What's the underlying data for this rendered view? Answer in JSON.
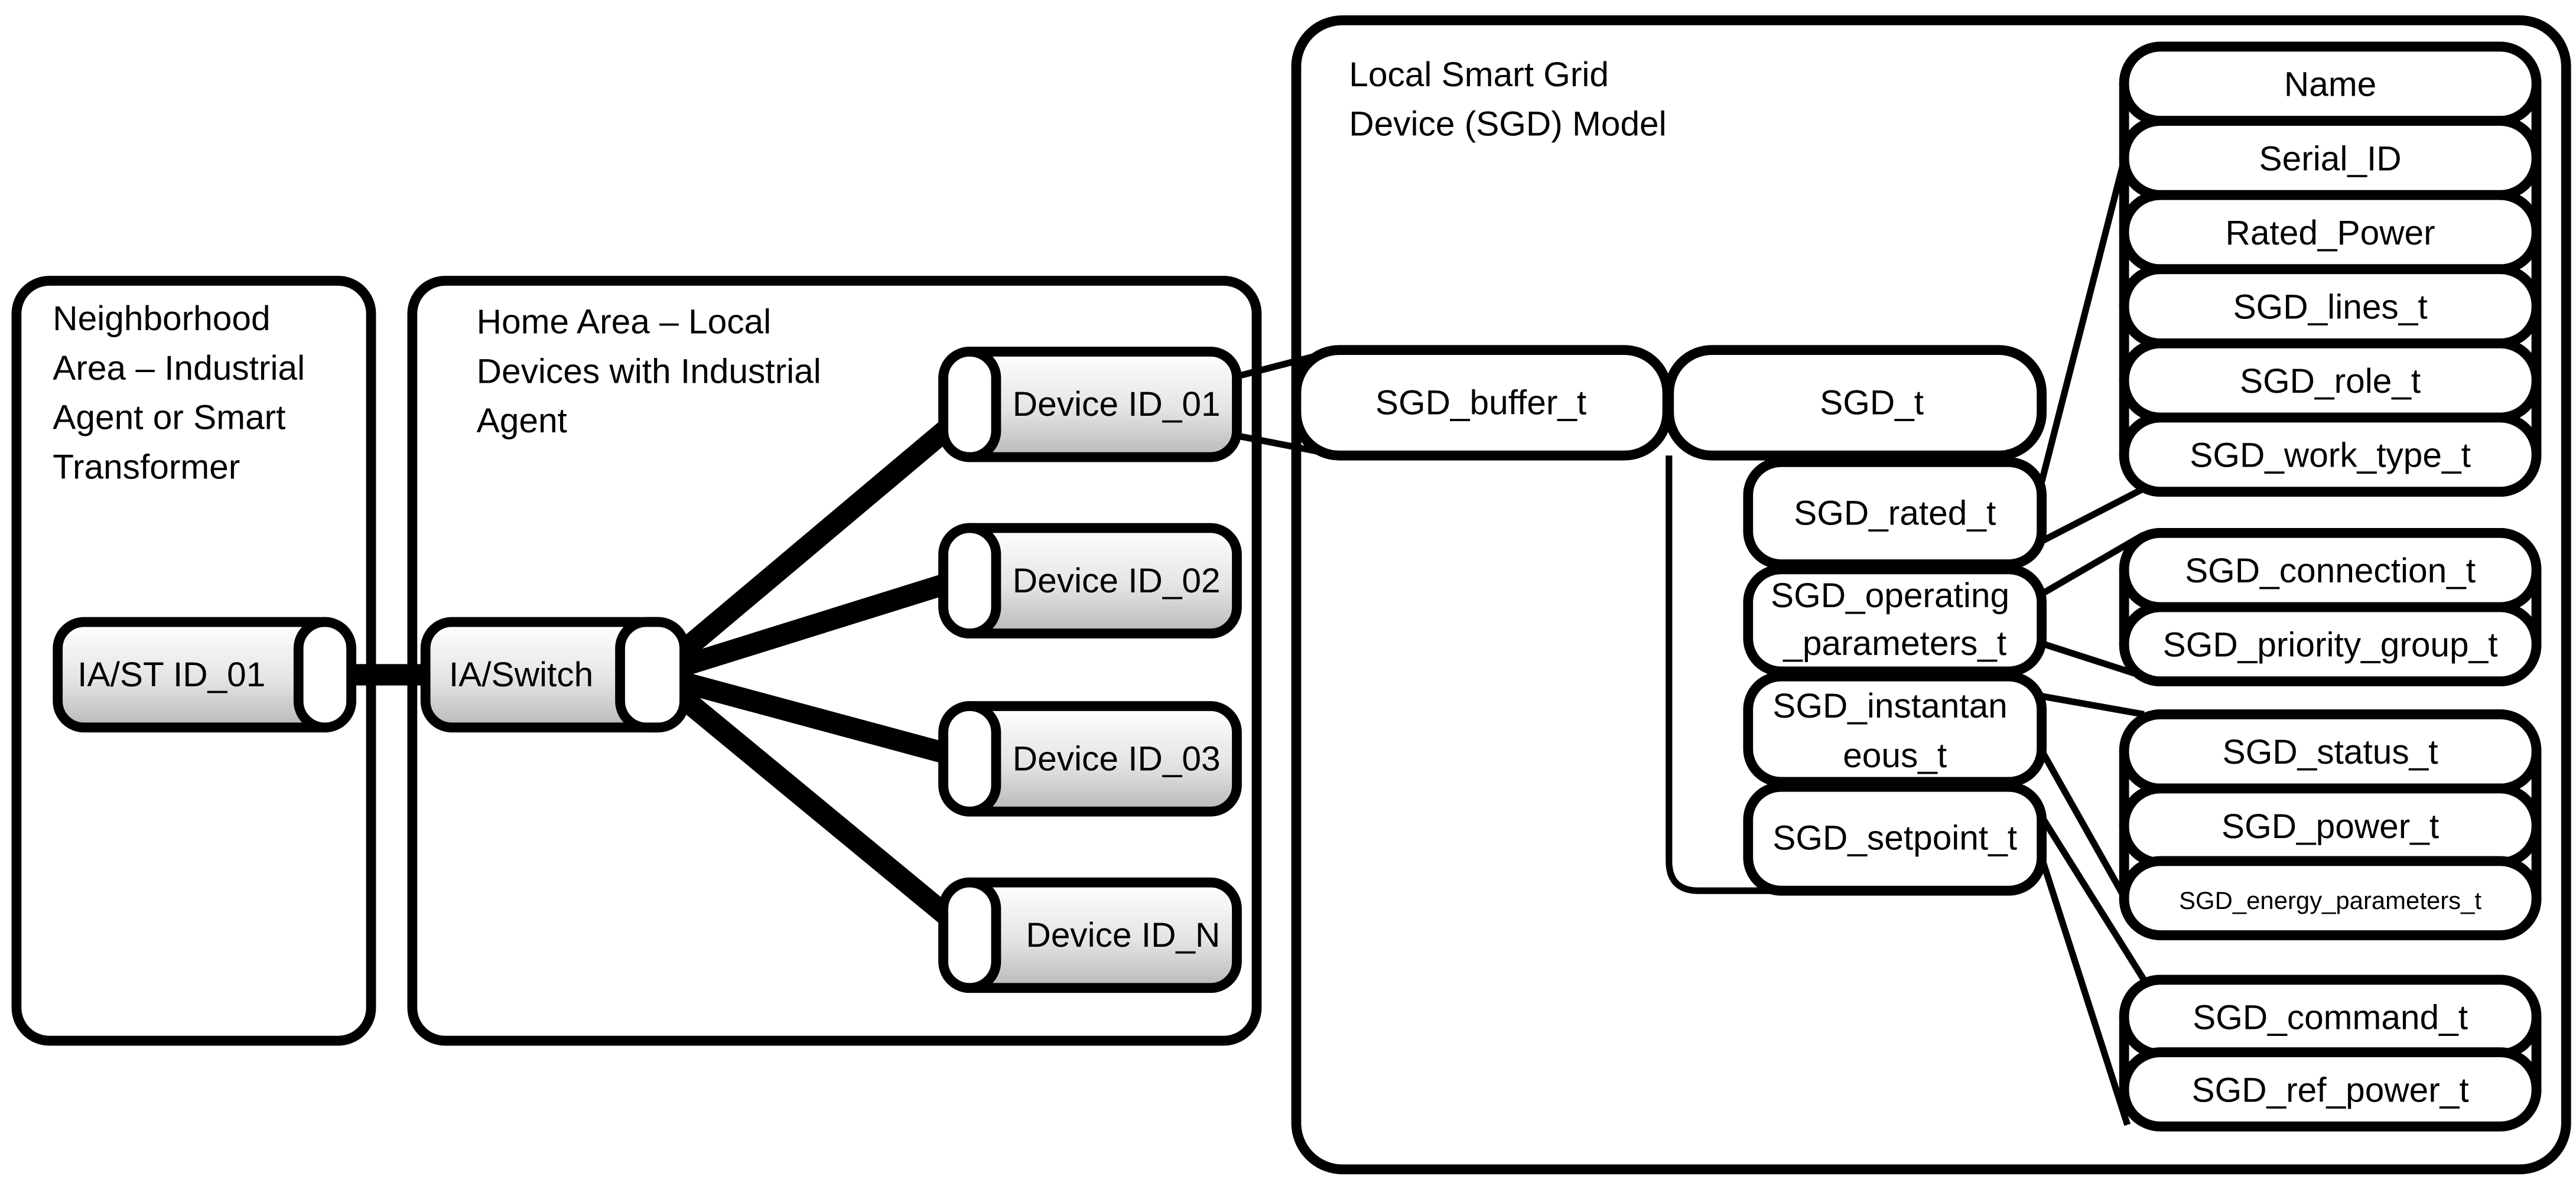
{
  "panels": {
    "neighborhood": {
      "title_lines": [
        "Neighborhood",
        "Area – Industrial",
        "Agent or Smart",
        "Transformer"
      ]
    },
    "home": {
      "title_lines": [
        "Home Area – Local",
        "Devices with Industrial",
        "Agent"
      ]
    },
    "sgd_model": {
      "title_lines": [
        "Local Smart Grid",
        "Device (SGD) Model"
      ]
    }
  },
  "nodes": {
    "ia_st": "IA/ST ID_01",
    "ia_switch": "IA/Switch",
    "devices": [
      "Device ID_01",
      "Device ID_02",
      "Device ID_03",
      "Device ID_N"
    ],
    "sgd_buffer": "SGD_buffer_t",
    "sgd_t": "SGD_t",
    "sgd_rated": "SGD_rated_t",
    "sgd_operating_lines": [
      "SGD_operating",
      "_parameters_t"
    ],
    "sgd_instantaneous_lines": [
      "SGD_instantan",
      "eous_t"
    ],
    "sgd_setpoint": "SGD_setpoint_t"
  },
  "fields": {
    "rated": [
      "Name",
      "Serial_ID",
      "Rated_Power",
      "SGD_lines_t",
      "SGD_role_t",
      "SGD_work_type_t"
    ],
    "operating": [
      "SGD_connection_t",
      "SGD_priority_group_t"
    ],
    "instantaneous": [
      "SGD_status_t",
      "SGD_power_t",
      "SGD_energy_parameters_t"
    ],
    "setpoint": [
      "SGD_command_t",
      "SGD_ref_power_t"
    ]
  }
}
